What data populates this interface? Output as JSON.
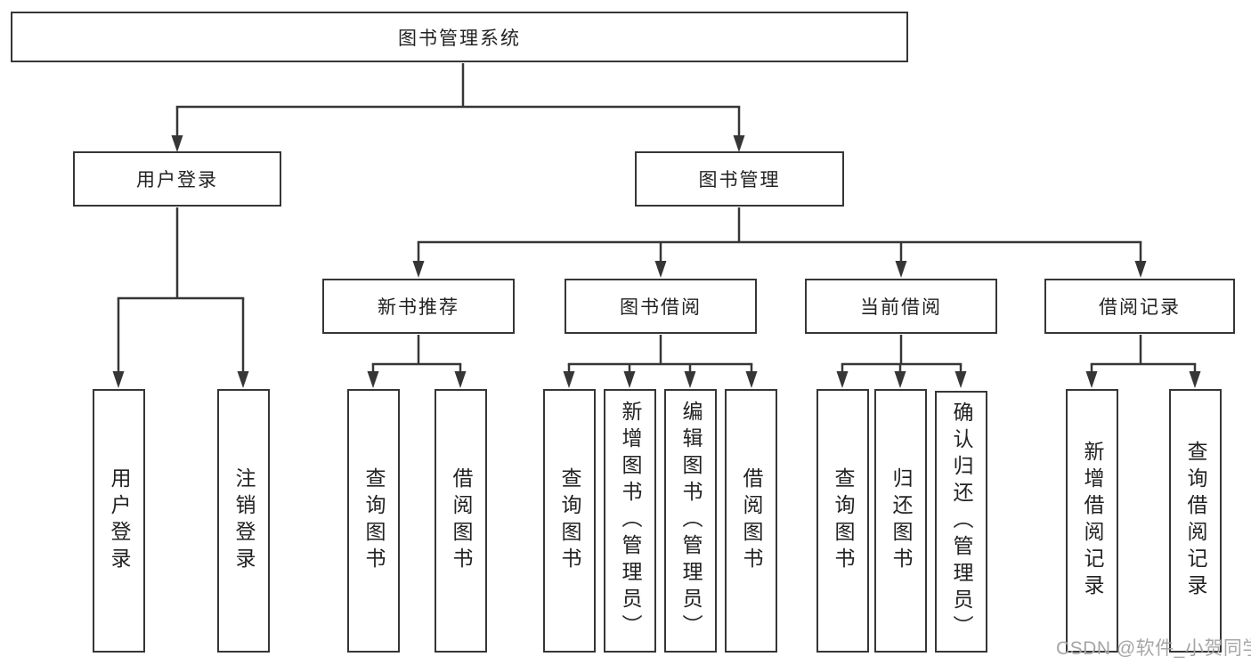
{
  "diagram": {
    "root": {
      "label": "图书管理系统"
    },
    "branches": {
      "user_login": {
        "label": "用户登录",
        "children": [
          "用户登录",
          "注销登录"
        ]
      },
      "book_management": {
        "label": "图书管理",
        "sections": {
          "new_book_recommend": {
            "label": "新书推荐",
            "children": [
              "查询图书",
              "借阅图书"
            ]
          },
          "book_borrow": {
            "label": "图书借阅",
            "children": [
              "查询图书",
              "新增图书（管理员）",
              "编辑图书（管理员）",
              "借阅图书"
            ]
          },
          "current_borrow": {
            "label": "当前借阅",
            "children": [
              "查询图书",
              "归还图书",
              "确认归还（管理员）"
            ]
          },
          "borrow_records": {
            "label": "借阅记录",
            "children": [
              "新增借阅记录",
              "查询借阅记录"
            ]
          }
        }
      }
    }
  },
  "watermark": {
    "text": "CSDN @软件_小贺同学"
  },
  "colors": {
    "line": "#363636",
    "box_border": "#363636",
    "text": "#222222",
    "watermark": "#a6a6a6",
    "background": "#ffffff"
  }
}
